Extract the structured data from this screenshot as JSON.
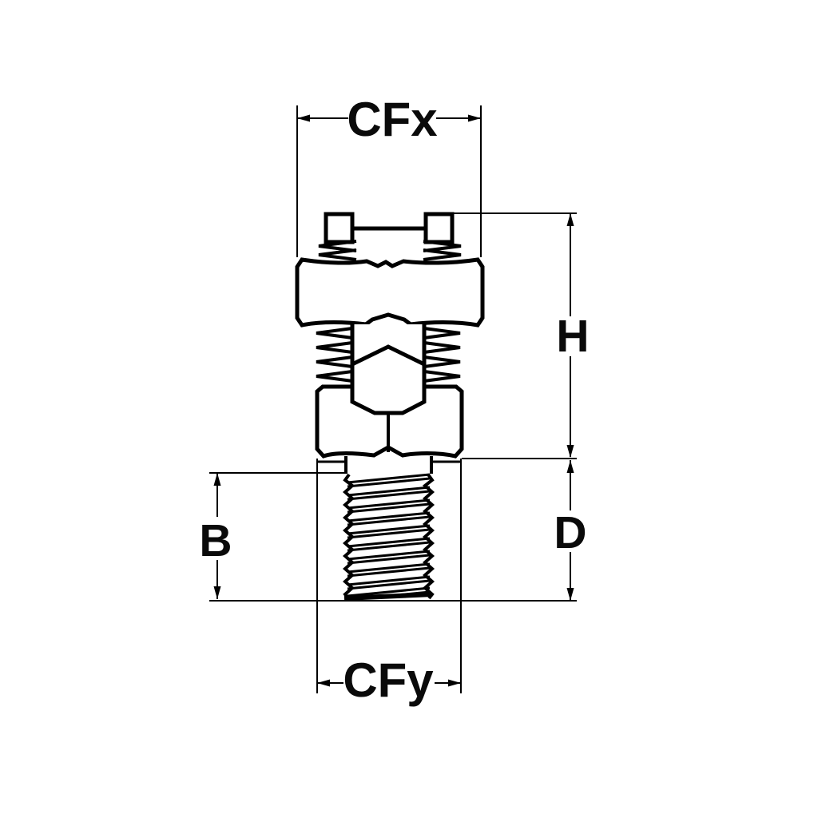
{
  "colors": {
    "background": "#ffffff",
    "line": "#000000",
    "text": "#0a0a0a"
  },
  "labels": {
    "cfx": "CFx",
    "h": "H",
    "b": "B",
    "d": "D",
    "cfy": "CFy"
  }
}
